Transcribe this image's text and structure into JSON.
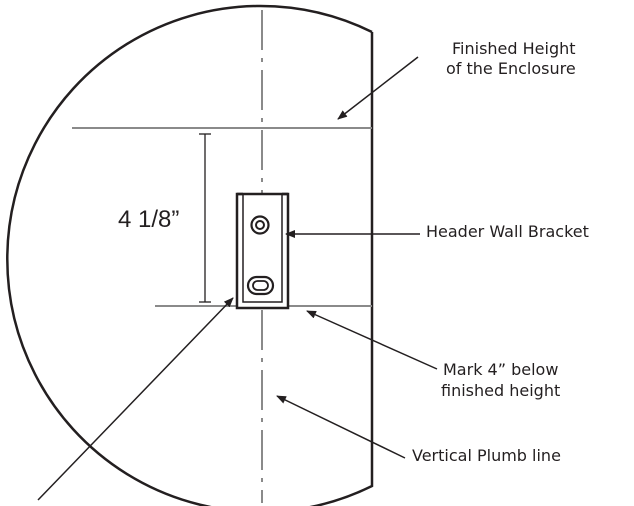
{
  "labels": {
    "finished_height": [
      "Finished Height",
      "of the Enclosure"
    ],
    "header_wall_bracket": "Header Wall Bracket",
    "mark_below": [
      "Mark 4” below",
      "finished height"
    ],
    "plumb_line": "Vertical Plumb line",
    "dimension": "4 1/8”"
  },
  "colors": {
    "ink": "#231f20",
    "guide_line": "#8a8a8a"
  }
}
